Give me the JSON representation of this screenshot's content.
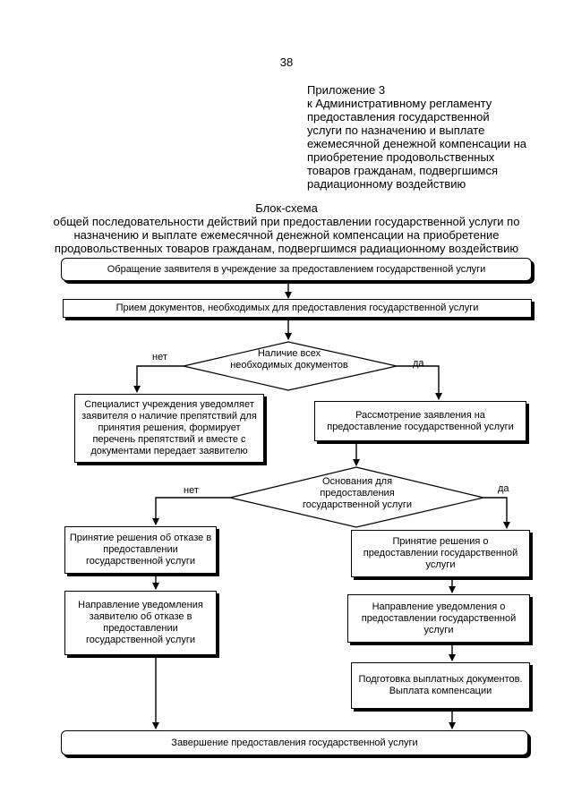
{
  "page_number": "38",
  "appendix": [
    "Приложение 3",
    "к Административному регламенту",
    "предоставления  государственной",
    "услуги по назначению и выплате",
    "ежемесячной денежной компенсации на",
    "приобретение продовольственных",
    "товаров гражданам, подвергшимся",
    "радиационному воздействию"
  ],
  "title": [
    "Блок-схема",
    "общей последовательности действий при предоставлении государственной услуги по",
    "назначению и выплате ежемесячной денежной компенсации на приобретение",
    "продовольственных товаров гражданам, подвергшимся радиационному воздействию"
  ],
  "flow": {
    "start": "Обращение заявителя в учреждение за предоставлением государственной услуги",
    "receive_docs": "Прием документов, необходимых для предоставления государственной услуги",
    "decision_docs": "Наличие всех\nнеобходимых документов",
    "no_label_1": "нет",
    "yes_label_1": "да",
    "notify_obstacles": "Специалист учреждения уведомляет заявителя о наличие препятствий для принятия решения, формирует перечень препятствий и вместе с документами передает заявителю",
    "review": "Рассмотрение заявления на предоставление государственной услуги",
    "decision_grounds": "Основания для\nпредоставления\nгосударственной услуги",
    "no_label_2": "нет",
    "yes_label_2": "да",
    "refuse_decision": "Принятие решения об отказе в предоставлении государственной услуги",
    "refuse_notify": "Направление уведомления заявителю об отказе в предоставлении государственной услуги",
    "grant_decision": "Принятие решения о предоставлении государственной услуги",
    "grant_notify": "Направление уведомления о предоставлении государственной услуги",
    "payment": "Подготовка выплатных документов. Выплата компенсации",
    "end": "Завершение предоставления государственной услуги"
  }
}
